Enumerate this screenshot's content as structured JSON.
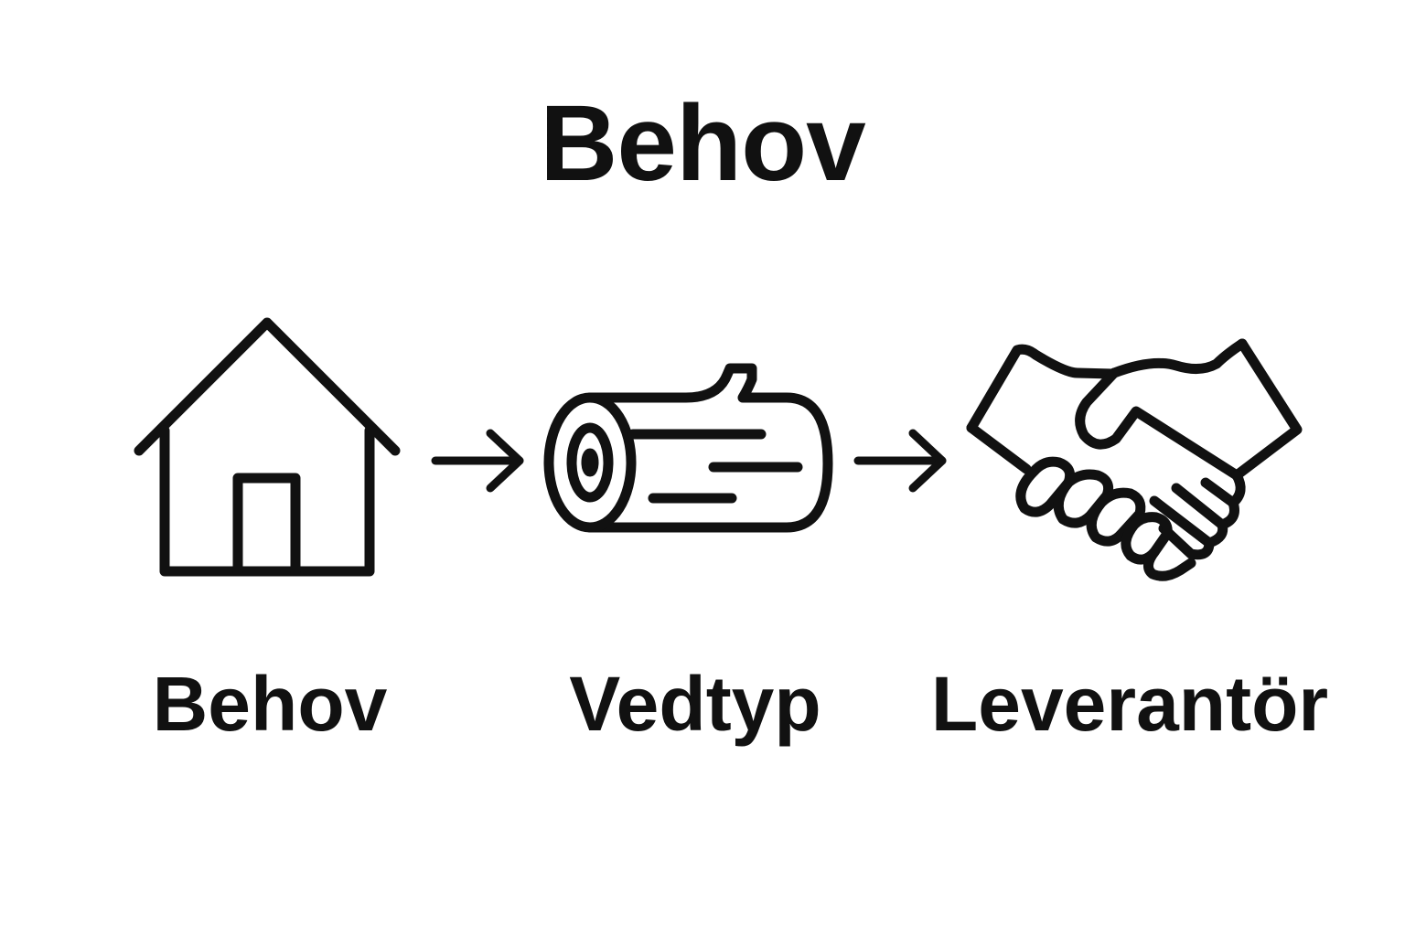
{
  "title": "Behov",
  "steps": [
    {
      "icon": "house-icon",
      "label": "Behov"
    },
    {
      "icon": "log-icon",
      "label": "Vedtyp"
    },
    {
      "icon": "handshake-icon",
      "label": "Leverantör"
    }
  ],
  "connectors": [
    "arrow-right-icon",
    "arrow-right-icon"
  ],
  "colors": {
    "stroke": "#111111",
    "background": "#ffffff"
  }
}
